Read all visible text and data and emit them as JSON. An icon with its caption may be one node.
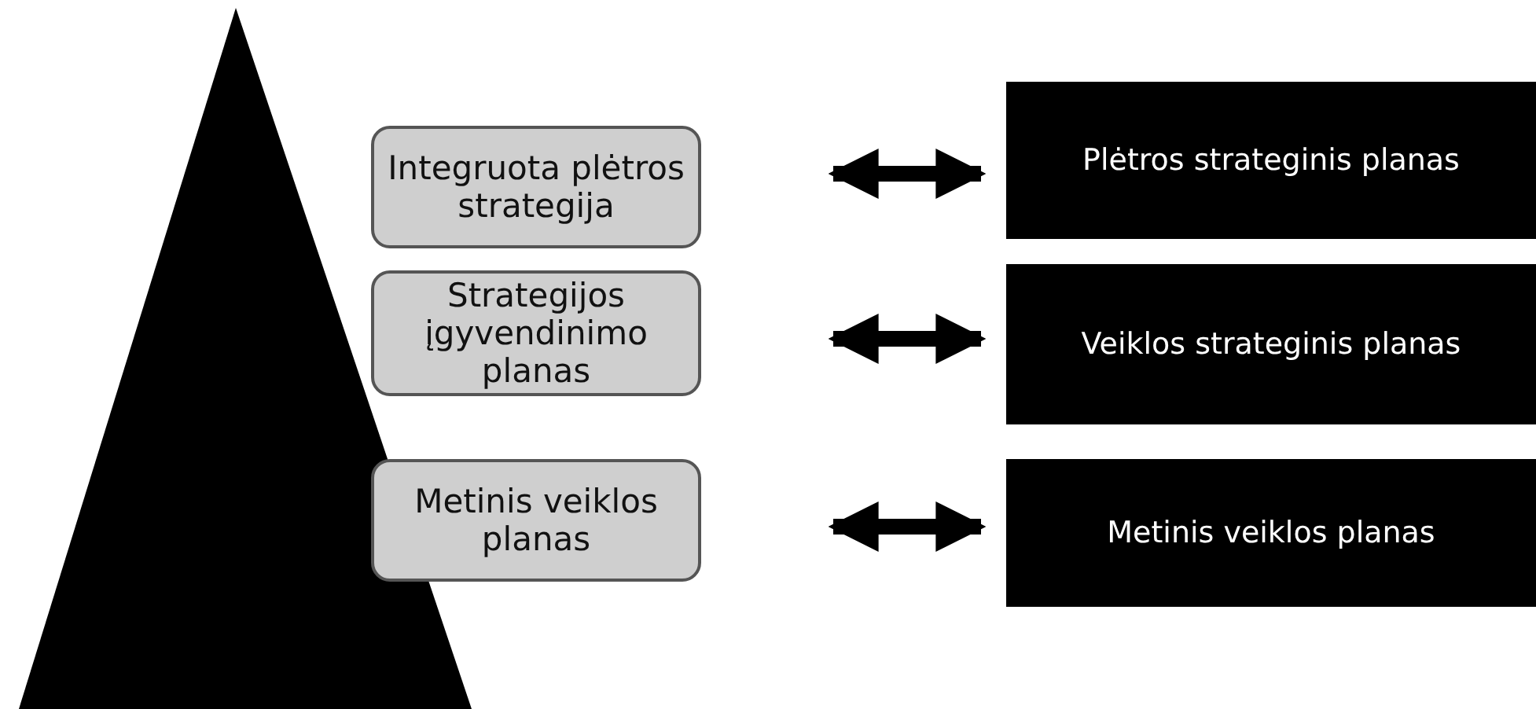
{
  "diagram": {
    "nodes": [
      {
        "text": [
          "Integruota plėtros strategija"
        ]
      },
      {
        "text": [
          "Strategijos įgyvendinimo planas"
        ]
      },
      {
        "text": [
          "Metinis veiklos planas"
        ]
      },
      {
        "text": [
          "Plėtros strateginis planas"
        ]
      },
      {
        "text": [
          "Veiklos strateginis planas"
        ]
      },
      {
        "text": [
          "Metinis veiklos planas"
        ]
      }
    ],
    "edges": [
      {
        "from": 0,
        "to": 3,
        "arrow": "both"
      },
      {
        "from": 1,
        "to": 4,
        "arrow": "both"
      },
      {
        "from": 2,
        "to": 5,
        "arrow": "both"
      }
    ]
  }
}
